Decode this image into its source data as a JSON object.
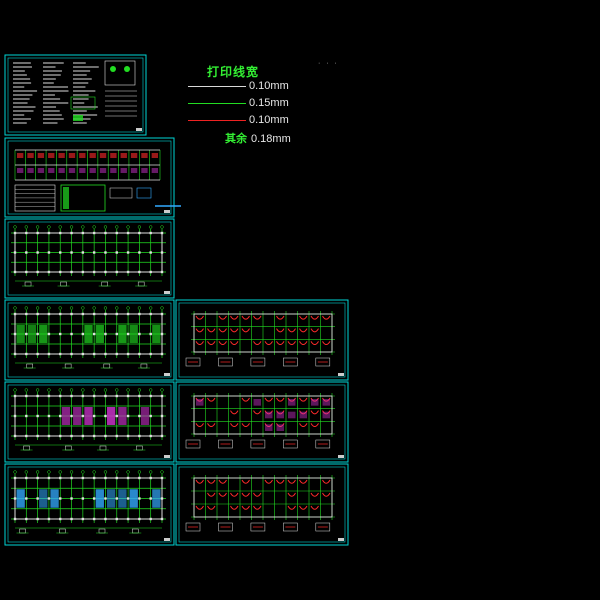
{
  "legend": {
    "title": "打印线宽",
    "rows": [
      {
        "label": "0.10mm",
        "color": "#d9d9d9"
      },
      {
        "label": "0.15mm",
        "color": "#22dd22"
      },
      {
        "label": "0.10mm",
        "color": "#ee2222"
      }
    ],
    "other_label": "其余",
    "other_value": "0.18mm"
  },
  "colors": {
    "frame": "#00d6d6",
    "grid": "#22dd22",
    "wall": "#e0e0e0",
    "rebar": "#ff2a2a",
    "hatch": "#cc33cc",
    "dim": "#ffff33",
    "accent": "#33aaff"
  },
  "sheets": [
    {
      "id": "sheet-notes",
      "kind": "notes"
    },
    {
      "id": "sheet-elevation",
      "kind": "elevation"
    },
    {
      "id": "sheet-plan-1",
      "kind": "plan"
    },
    {
      "id": "sheet-plan-2",
      "kind": "plan"
    },
    {
      "id": "sheet-plan-3",
      "kind": "plan"
    },
    {
      "id": "sheet-plan-4",
      "kind": "plan"
    },
    {
      "id": "sheet-rebar-1",
      "kind": "rebar"
    },
    {
      "id": "sheet-rebar-2",
      "kind": "rebar"
    },
    {
      "id": "sheet-rebar-3",
      "kind": "rebar"
    }
  ]
}
